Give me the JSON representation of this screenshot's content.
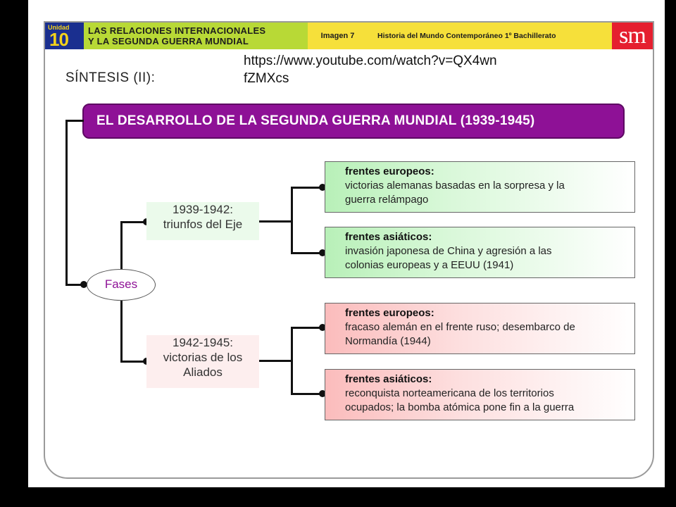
{
  "header": {
    "unit_label": "Unidad",
    "unit_number": "10",
    "title_line1": "LAS RELACIONES INTERNACIONALES",
    "title_line2": "Y LA SEGUNDA GUERRA MUNDIAL",
    "image_label": "Imagen 7",
    "course": "Historia del Mundo Contemporáneo 1º Bachillerato",
    "logo": "sm"
  },
  "url_line1": "https://www.youtube.com/watch?v=QX4wn",
  "url_line2": "fZMXcs",
  "heading": "SÍNTESIS (II):",
  "banner": "EL DESARROLLO DE LA SEGUNDA GUERRA MUNDIAL (1939-1945)",
  "root": "Fases",
  "phase1": {
    "line1": "1939-1942:",
    "line2": "triunfos del Eje"
  },
  "phase2": {
    "line1": "1942-1945:",
    "line2": "victorias de los",
    "line3": "Aliados"
  },
  "boxes": [
    {
      "title": "frentes europeos:",
      "line1": "victorias alemanas basadas en la  sorpresa y la",
      "line2": "guerra relámpago"
    },
    {
      "title": "frentes asiáticos:",
      "line1": "invasión japonesa de China y agresión a las",
      "line2": "colonias europeas y a EEUU (1941)"
    },
    {
      "title": "frentes europeos:",
      "line1": "fracaso alemán en el frente ruso; desembarco de",
      "line2": "Normandía (1944)"
    },
    {
      "title": "frentes asiáticos:",
      "line1": "reconquista norteamericana de los territorios",
      "line2": "ocupados; la bomba atómica pone fin a la guerra"
    }
  ],
  "colors": {
    "banner": "#8e1196",
    "green": "#b8f0b8",
    "red": "#fbbcbc",
    "unit_bg": "#1a2f8f",
    "title_bg": "#b8d936",
    "yellow": "#f6e03a",
    "logo_bg": "#e51f2f"
  }
}
